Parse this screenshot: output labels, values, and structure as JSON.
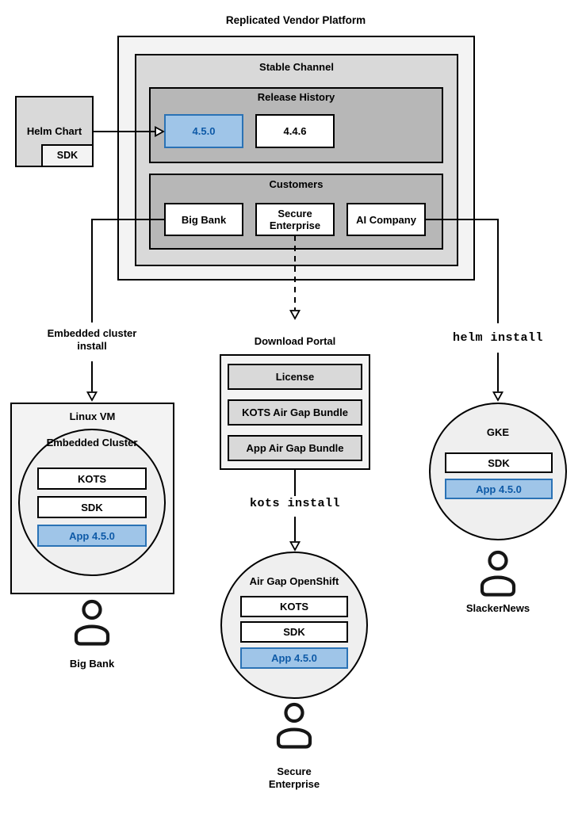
{
  "colors": {
    "highlight_fill": "#9fc5e8",
    "highlight_border": "#2a72b5",
    "highlight_text": "#0e5aa7",
    "box_border": "#000000",
    "gray_light": "#f3f3f3",
    "gray_mid": "#d9d9d9",
    "gray_dark": "#b7b7b7",
    "circle_fill": "#efefef"
  },
  "platform": {
    "title": "Replicated Vendor Platform",
    "stable_channel_label": "Stable Channel",
    "release_history": {
      "label": "Release History",
      "releases": [
        {
          "version": "4.5.0",
          "highlighted": true
        },
        {
          "version": "4.4.6",
          "highlighted": false
        }
      ]
    },
    "customers": {
      "label": "Customers",
      "items": [
        {
          "name": "Big Bank"
        },
        {
          "name": "Secure Enterprise"
        },
        {
          "name": "AI Company"
        }
      ]
    }
  },
  "helm_chart": {
    "label": "Helm Chart",
    "sdk_label": "SDK"
  },
  "left_flow": {
    "edge_label": "Embedded cluster install",
    "vm_label": "Linux VM",
    "cluster_label": "Embedded Cluster",
    "components": [
      "KOTS",
      "SDK",
      "App 4.5.0"
    ],
    "persona": "Big Bank"
  },
  "middle_flow": {
    "portal_label": "Download Portal",
    "portal_items": [
      "License",
      "KOTS Air Gap Bundle",
      "App Air Gap Bundle"
    ],
    "command": "kots install",
    "cluster_label": "Air Gap OpenShift",
    "components": [
      "KOTS",
      "SDK",
      "App 4.5.0"
    ],
    "persona": "Secure Enterprise"
  },
  "right_flow": {
    "command": "helm install",
    "cluster_label": "GKE",
    "components": [
      "SDK",
      "App 4.5.0"
    ],
    "persona": "SlackerNews"
  }
}
